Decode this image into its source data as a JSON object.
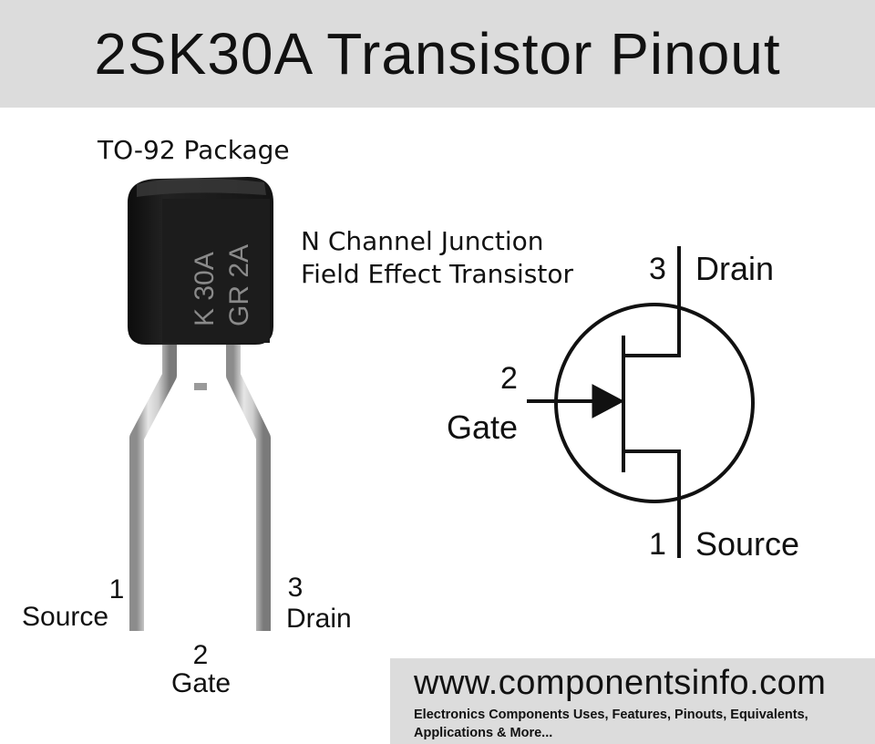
{
  "title": "2SK30A Transistor Pinout",
  "package": {
    "label": "TO-92 Package",
    "marking_line1": "K  30A",
    "marking_line2": "GR  2A"
  },
  "description": {
    "line1": "N Channel Junction",
    "line2": "Field Effect Transistor"
  },
  "package_pins": [
    {
      "number": "1",
      "name": "Source"
    },
    {
      "number": "2",
      "name": "Gate"
    },
    {
      "number": "3",
      "name": "Drain"
    }
  ],
  "symbol": {
    "drain_number": "3",
    "drain_label": "Drain",
    "gate_number": "2",
    "gate_label": "Gate",
    "source_number": "1",
    "source_label": "Source"
  },
  "footer": {
    "website": "www.componentsinfo.com",
    "tagline": "Electronics Components Uses, Features, Pinouts, Equivalents, Applications & More..."
  },
  "colors": {
    "header_bg": "#dcdcdc",
    "transistor_body": "#1a1a1a",
    "marking": "#8a8a8a",
    "leads": "#b8b8b8"
  }
}
